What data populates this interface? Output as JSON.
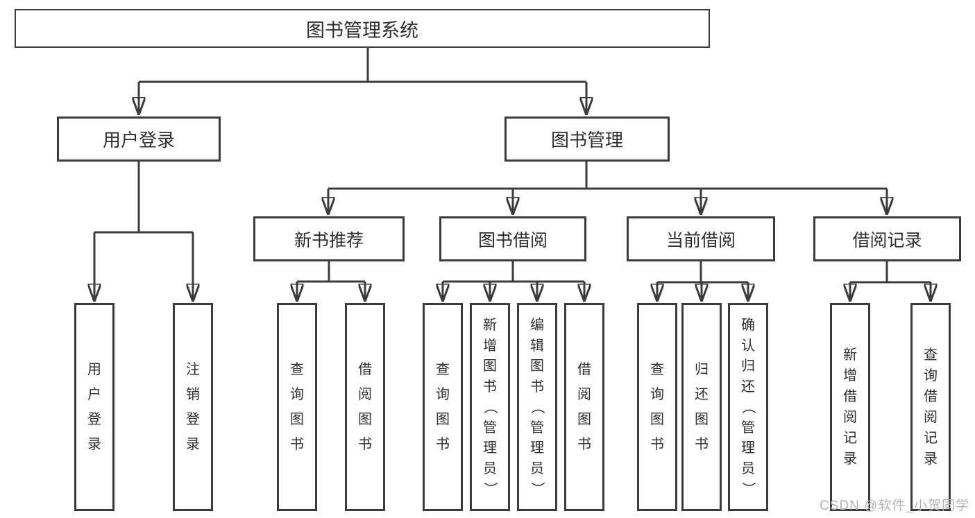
{
  "nodes": {
    "root": {
      "label": "图书管理系统"
    },
    "user_login": {
      "label": "用户登录"
    },
    "book_management": {
      "label": "图书管理"
    },
    "new_book_recommendation": {
      "label": "新书推荐"
    },
    "book_borrowing": {
      "label": "图书借阅"
    },
    "current_borrowing": {
      "label": "当前借阅"
    },
    "borrowing_records": {
      "label": "借阅记录"
    }
  },
  "leaves": [
    {
      "group": "user_login",
      "label": "用户登录"
    },
    {
      "group": "user_login",
      "label": "注销登录"
    },
    {
      "group": "new_book_recommendation",
      "label": "查询图书"
    },
    {
      "group": "new_book_recommendation",
      "label": "借阅图书"
    },
    {
      "group": "book_borrowing",
      "label": "查询图书"
    },
    {
      "group": "book_borrowing",
      "label": "新增图书（管理员）"
    },
    {
      "group": "book_borrowing",
      "label": "编辑图书（管理员）"
    },
    {
      "group": "book_borrowing",
      "label": "借阅图书"
    },
    {
      "group": "current_borrowing",
      "label": "查询图书"
    },
    {
      "group": "current_borrowing",
      "label": "归还图书"
    },
    {
      "group": "current_borrowing",
      "label": "确认归还（管理员）"
    },
    {
      "group": "borrowing_records",
      "label": "新增借阅记录"
    },
    {
      "group": "borrowing_records",
      "label": "查询借阅记录"
    }
  ],
  "watermark": {
    "text": "CSDN @软件_小贺同学"
  },
  "colors": {
    "line": "#3b3b3b",
    "border": "#3b3b3b",
    "text": "#2e2e2e",
    "background": "#ffffff",
    "watermark": "#b3b3b3"
  }
}
